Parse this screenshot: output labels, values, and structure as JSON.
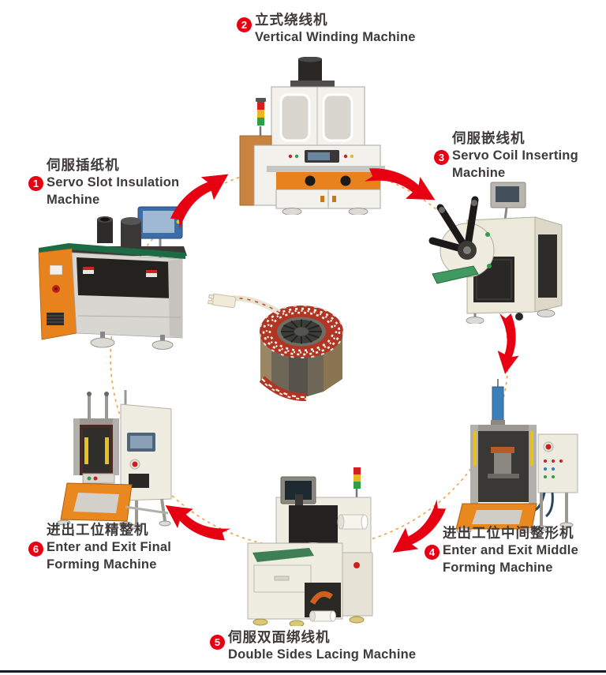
{
  "page": {
    "background_color": "#ffffff",
    "footer_rule_color": "#141b2e"
  },
  "diagram": {
    "arrow_color": "#e60012",
    "cycle_path_color": "#f0a24b",
    "badge_color": "#e60012",
    "badge_text_color": "#ffffff",
    "label_text_color": "#3e3a39",
    "center_illustration": "motor-stator-with-red-windings-white-lacing-and-lead-wire-connector",
    "stations": [
      {
        "number": "1",
        "zh": "伺服插纸机",
        "en_lines": [
          "Servo Slot Insulation",
          "Machine"
        ],
        "illustration": "servo-slot-insulation-machine"
      },
      {
        "number": "2",
        "zh": "立式绕线机",
        "en_lines": [
          "Vertical Winding Machine"
        ],
        "illustration": "vertical-winding-machine"
      },
      {
        "number": "3",
        "zh": "伺服嵌线机",
        "en_lines": [
          "Servo Coil Inserting",
          "Machine"
        ],
        "illustration": "servo-coil-inserting-machine"
      },
      {
        "number": "4",
        "zh": "进出工位中间整形机",
        "en_lines": [
          "Enter and Exit Middle",
          "Forming Machine"
        ],
        "illustration": "enter-and-exit-middle-forming-machine"
      },
      {
        "number": "5",
        "zh": "伺服双面绑线机",
        "en_lines": [
          "Double Sides Lacing Machine"
        ],
        "illustration": "double-sides-lacing-machine"
      },
      {
        "number": "6",
        "zh": "进出工位精整机",
        "en_lines": [
          "Enter and Exit Final",
          "Forming Machine"
        ],
        "illustration": "enter-and-exit-final-forming-machine"
      }
    ],
    "flow_arrows": [
      {
        "from": "1",
        "to": "2"
      },
      {
        "from": "2",
        "to": "3"
      },
      {
        "from": "3",
        "to": "4"
      },
      {
        "from": "4",
        "to": "5"
      },
      {
        "from": "5",
        "to": "6"
      }
    ]
  }
}
